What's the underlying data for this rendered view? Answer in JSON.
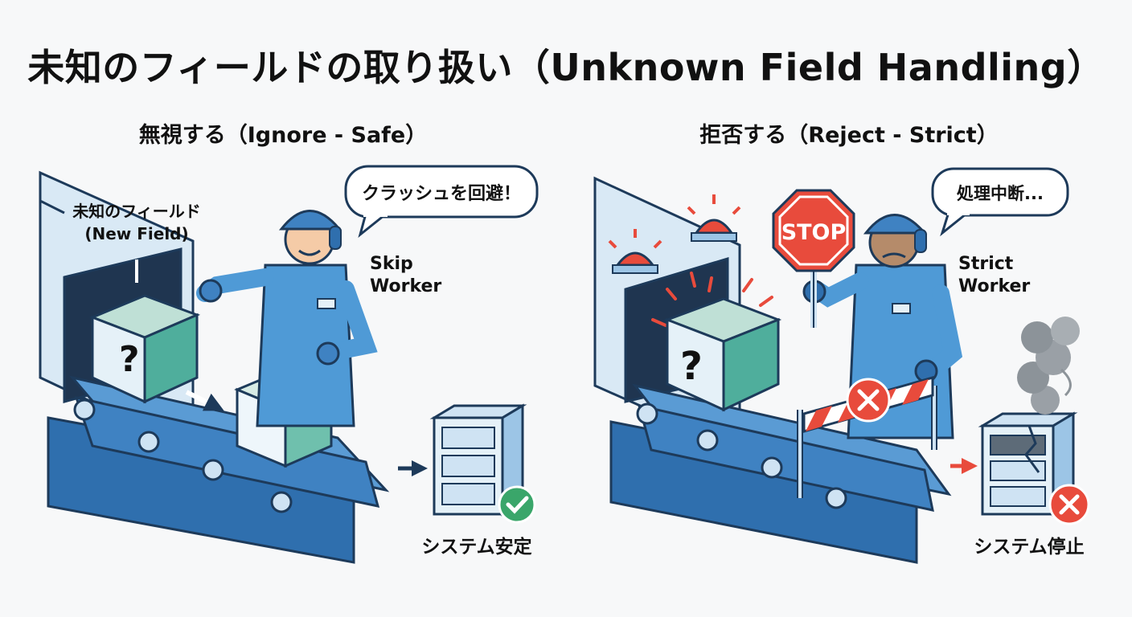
{
  "title": "未知のフィールドの取り扱い（Unknown Field Handling）",
  "left": {
    "heading": "無視する（Ignore - Safe）",
    "box_label_jp": "未知のフィールド",
    "box_label_en": "(New Field)",
    "speech": "クラッシュを回避！",
    "worker_line1": "Skip",
    "worker_line2": "Worker",
    "result": "システム安定",
    "box_mark": "?"
  },
  "right": {
    "heading": "拒否する（Reject - Strict）",
    "sign": "STOP",
    "speech": "処理中断...",
    "worker_line1": "Strict",
    "worker_line2": "Worker",
    "result": "システム停止",
    "box_mark": "?"
  },
  "colors": {
    "blue_dark": "#2f6fae",
    "blue_mid": "#5a9bd4",
    "blue_light": "#cfe3f3",
    "teal": "#4fae9c",
    "green_ok": "#3aa66a",
    "red": "#e84b3c",
    "outline": "#1d3a5a"
  }
}
